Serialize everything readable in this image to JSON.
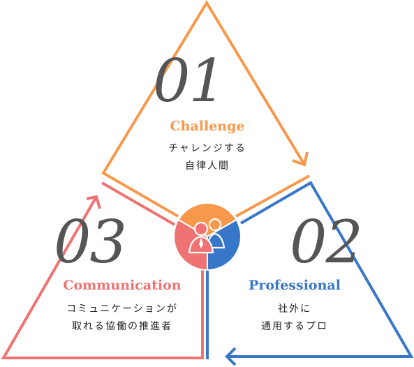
{
  "colors": {
    "challenge": "#f7984a",
    "professional": "#3877c8",
    "communication": "#f07373",
    "number": "#555555",
    "text": "#222222"
  },
  "center": {
    "icon": "people-icon"
  },
  "sections": {
    "challenge": {
      "number": "01",
      "title": "Challenge",
      "line1": "チャレンジする",
      "line2": "自律人間"
    },
    "professional": {
      "number": "02",
      "title": "Professional",
      "line1": "社外に",
      "line2": "通用するプロ"
    },
    "communication": {
      "number": "03",
      "title": "Communication",
      "line1": "コミュニケーションが",
      "line2": "取れる協働の推進者"
    }
  }
}
